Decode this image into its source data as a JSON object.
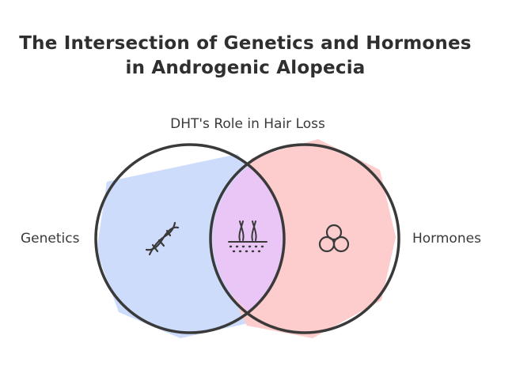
{
  "title": {
    "line1": "The Intersection of Genetics and Hormones",
    "line2": "in Androgenic Alopecia"
  },
  "labels": {
    "intersection": "DHT's Role in Hair Loss",
    "left_set": "Genetics",
    "right_set": "Hormones"
  },
  "colors": {
    "left_fill": "#cddcfb",
    "right_fill": "#fdcccc",
    "overlap_fill": "#e9c6f5",
    "outline": "#3a3a3a"
  },
  "icons": {
    "left": "dna-icon",
    "overlap": "hair-follicle-icon",
    "right": "hormone-molecule-icon"
  }
}
